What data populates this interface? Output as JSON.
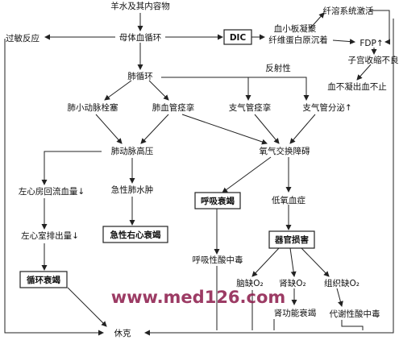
{
  "colors": {
    "line": "#222222",
    "text": "#111111",
    "watermark": "#8b1a4a",
    "background": "#ffffff"
  },
  "nodes": {
    "amniotic": "羊水及其内容物",
    "maternal_circulation": "母体血循环",
    "allergic_reaction": "过敏反应",
    "dic": "DIC",
    "platelet_aggregation": "血小板凝聚",
    "fibrinogen_deposition": "纤维蛋白原沉着",
    "fibrinolysis": "纤溶系统激活",
    "fdp": "FDP↑",
    "uterine_atony": "子宫收缩不良",
    "bleeding": "血不凝出血不止",
    "pulmonary_circulation": "肺循环",
    "reflex": "反射性",
    "pulmonary_embolism": "肺小动脉栓塞",
    "pulmonary_spasm": "肺血管痉挛",
    "bronchospasm": "支气管痉挛",
    "bronchial_secretion": "支气管分泌↑",
    "pulmonary_hypertension": "肺动脉高压",
    "gas_exchange": "氧气交换障碍",
    "la_return": "左心房回流血量↓",
    "acute_edema": "急性肺水肿",
    "respiratory_failure": "呼吸衰竭",
    "hypoxemia": "低氧血症",
    "lv_output": "左心室排出量↓",
    "acute_rhf": "急性右心衰竭",
    "organ_damage": "器官损害",
    "resp_acidosis": "呼吸性酸中毒",
    "circulatory_failure": "循环衰竭",
    "brain_hypoxia": "脑缺O₂",
    "kidney_hypoxia": "肾缺O₂",
    "tissue_hypoxia": "组织缺O₂",
    "renal_failure": "肾功能衰竭",
    "metabolic_acidosis": "代谢性酸中毒",
    "shock": "休克"
  },
  "watermark": "www.med126.com"
}
